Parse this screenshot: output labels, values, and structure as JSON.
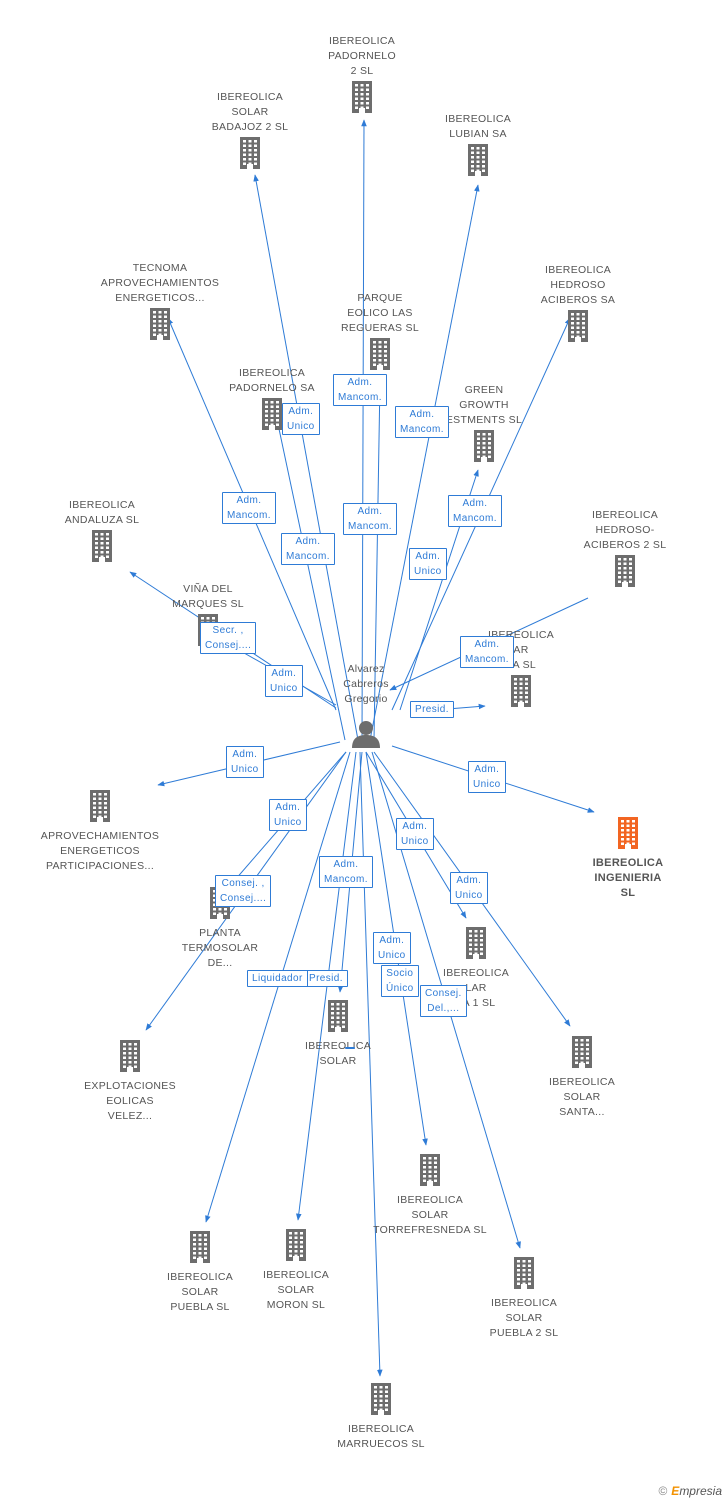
{
  "center": {
    "name": "Alvarez\nCabreros\nGregorio",
    "icon": "person-icon"
  },
  "colors": {
    "edge": "#2e7bd6",
    "building": "#6d6d6d",
    "highlight": "#f26522"
  },
  "nodes": [
    {
      "id": "padornelo2",
      "label": "IBEREOLICA\nPADORNELO\n2 SL"
    },
    {
      "id": "badajoz2",
      "label": "IBEREOLICA\nSOLAR\nBADAJOZ 2 SL"
    },
    {
      "id": "lubian",
      "label": "IBEREOLICA\nLUBIAN SA"
    },
    {
      "id": "tecnoma",
      "label": "TECNOMA\nAPROVECHAMIENTOS\nENERGETICOS..."
    },
    {
      "id": "parque",
      "label": "PARQUE\nEOLICO LAS\nREGUERAS SL"
    },
    {
      "id": "hedroso",
      "label": "IBEREOLICA\nHEDROSO\nACIBEROS SA"
    },
    {
      "id": "padornelo",
      "label": "IBEREOLICA\nPADORNELO SA"
    },
    {
      "id": "green",
      "label": "GREEN\nGROWTH\nESTMENTS SL"
    },
    {
      "id": "andaluza",
      "label": "IBEREOLICA\nANDALUZA SL"
    },
    {
      "id": "hedroso2",
      "label": "IBEREOLICA\nHEDROSO-\nACIBEROS 2 SL"
    },
    {
      "id": "vina",
      "label": "VIÑA DEL\nMARQUES  SL"
    },
    {
      "id": "zasl",
      "label": "IBEREOLICA\nAR\nZA SL"
    },
    {
      "id": "aprov",
      "label": "APROVECHAMIENTOS\nENERGETICOS\nPARTICIPACIONES..."
    },
    {
      "id": "ingenieria",
      "label": "IBEREOLICA\nINGENIERIA\nSL"
    },
    {
      "id": "planta",
      "label": "PLANTA\nTERMOSOLAR\nDE..."
    },
    {
      "id": "la1",
      "label": "IBEREOLICA\nLAR\nLA 1 SL"
    },
    {
      "id": "solar",
      "label": "IBEREOLICA\nSOLAR"
    },
    {
      "id": "explot",
      "label": "EXPLOTACIONES\nEOLICAS\nVELEZ..."
    },
    {
      "id": "santa",
      "label": "IBEREOLICA\nSOLAR\nSANTA..."
    },
    {
      "id": "torre",
      "label": "IBEREOLICA\nSOLAR\nTORREFRESNEDA SL"
    },
    {
      "id": "puebla",
      "label": "IBEREOLICA\nSOLAR\nPUEBLA SL"
    },
    {
      "id": "moron",
      "label": "IBEREOLICA\nSOLAR\nMORON SL"
    },
    {
      "id": "puebla2",
      "label": "IBEREOLICA\nSOLAR\nPUEBLA 2 SL"
    },
    {
      "id": "marruecos",
      "label": "IBEREOLICA\nMARRUECOS SL"
    }
  ],
  "badges": [
    {
      "id": "b1",
      "text": "Adm.\nMancom."
    },
    {
      "id": "b2",
      "text": "Adm.\nUnico"
    },
    {
      "id": "b3",
      "text": "Adm.\nMancom."
    },
    {
      "id": "b4",
      "text": "Adm.\nMancom."
    },
    {
      "id": "b5",
      "text": "Adm.\nMancom."
    },
    {
      "id": "b6",
      "text": "Adm.\nMancom."
    },
    {
      "id": "b7",
      "text": "Adm.\nMancom."
    },
    {
      "id": "b8",
      "text": "Adm.\nUnico"
    },
    {
      "id": "b9",
      "text": "Secr. ,\nConsej...."
    },
    {
      "id": "b10",
      "text": "Adm.\nUnico"
    },
    {
      "id": "b11",
      "text": "Adm.\nMancom."
    },
    {
      "id": "b12",
      "text": "Presid."
    },
    {
      "id": "b13",
      "text": "Adm.\nUnico"
    },
    {
      "id": "b14",
      "text": "Adm.\nUnico"
    },
    {
      "id": "b15",
      "text": "Adm.\nUnico"
    },
    {
      "id": "b16",
      "text": "Adm.\nUnico"
    },
    {
      "id": "b17",
      "text": "Consej. ,\nConsej...."
    },
    {
      "id": "b18",
      "text": "Adm.\nMancom."
    },
    {
      "id": "b19",
      "text": "Adm.\nUnico"
    },
    {
      "id": "b20",
      "text": "Presid."
    },
    {
      "id": "b21",
      "text": "Liquidador"
    },
    {
      "id": "b22",
      "text": "Socio\nÚnico"
    },
    {
      "id": "b23",
      "text": "Adm.\nUnico"
    },
    {
      "id": "b24",
      "text": "Consej.\nDel.,..."
    }
  ],
  "footer": {
    "copyright": "©",
    "brand_e": "E",
    "brand_rest": "mpresia"
  }
}
